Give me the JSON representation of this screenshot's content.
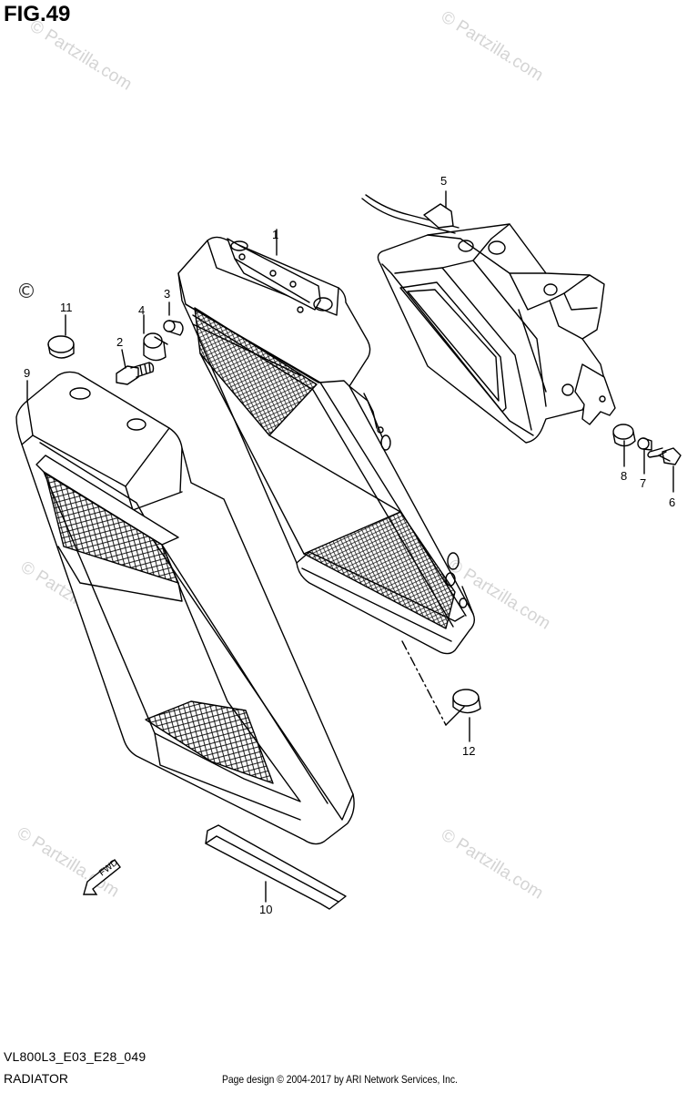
{
  "figure": {
    "title": "FIG.49"
  },
  "callouts": [
    "1",
    "2",
    "3",
    "4",
    "5",
    "6",
    "7",
    "8",
    "9",
    "10",
    "11",
    "12"
  ],
  "fwd_label": "FWD",
  "watermark": {
    "text": "© Partzilla.com",
    "copyright_symbol": "©"
  },
  "footer": {
    "model_code": "VL800L3_E03_E28_049",
    "section_name": "RADIATOR",
    "credit": "Page design © 2004-2017 by ARI Network Services, Inc."
  },
  "colors": {
    "line": "#000000",
    "watermark": "#d4d4d4",
    "background": "#ffffff"
  }
}
